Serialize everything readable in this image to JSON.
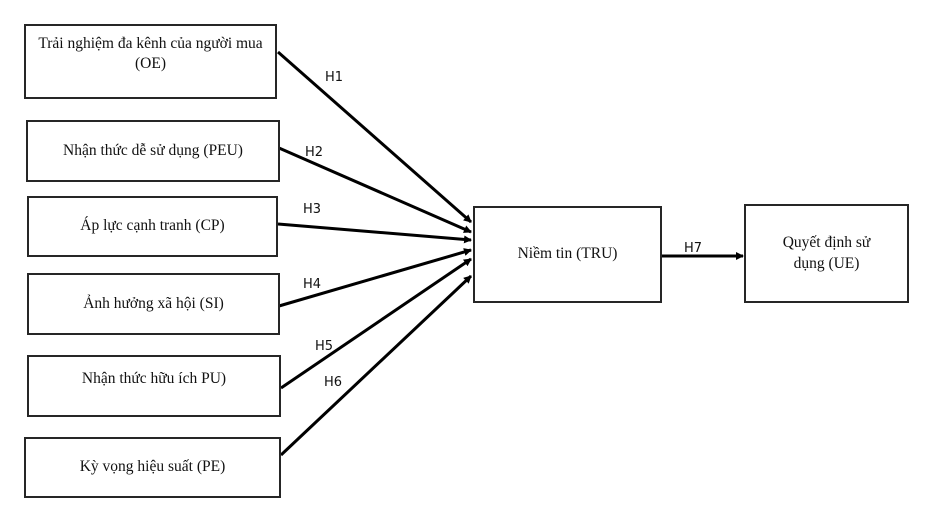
{
  "nodes": {
    "oe": "Trải nghiệm đa kênh của người mua (OE)",
    "peu": "Nhận thức dễ sử dụng (PEU)",
    "cp": "Áp lực cạnh tranh (CP)",
    "si": "Ảnh hưởng xã hội (SI)",
    "pu": "Nhận thức hữu ích PU)",
    "pe": "Kỳ vọng hiệu suất (PE)",
    "tru": "Niềm tin (TRU)",
    "ue": "Quyết định sử dụng (UE)"
  },
  "edges": [
    {
      "from": "oe",
      "to": "tru",
      "label": "H1"
    },
    {
      "from": "peu",
      "to": "tru",
      "label": "H2"
    },
    {
      "from": "cp",
      "to": "tru",
      "label": "H3"
    },
    {
      "from": "si",
      "to": "tru",
      "label": "H4"
    },
    {
      "from": "pu",
      "to": "tru",
      "label": "H5"
    },
    {
      "from": "pe",
      "to": "tru",
      "label": "H6"
    },
    {
      "from": "tru",
      "to": "ue",
      "label": "H7"
    }
  ]
}
